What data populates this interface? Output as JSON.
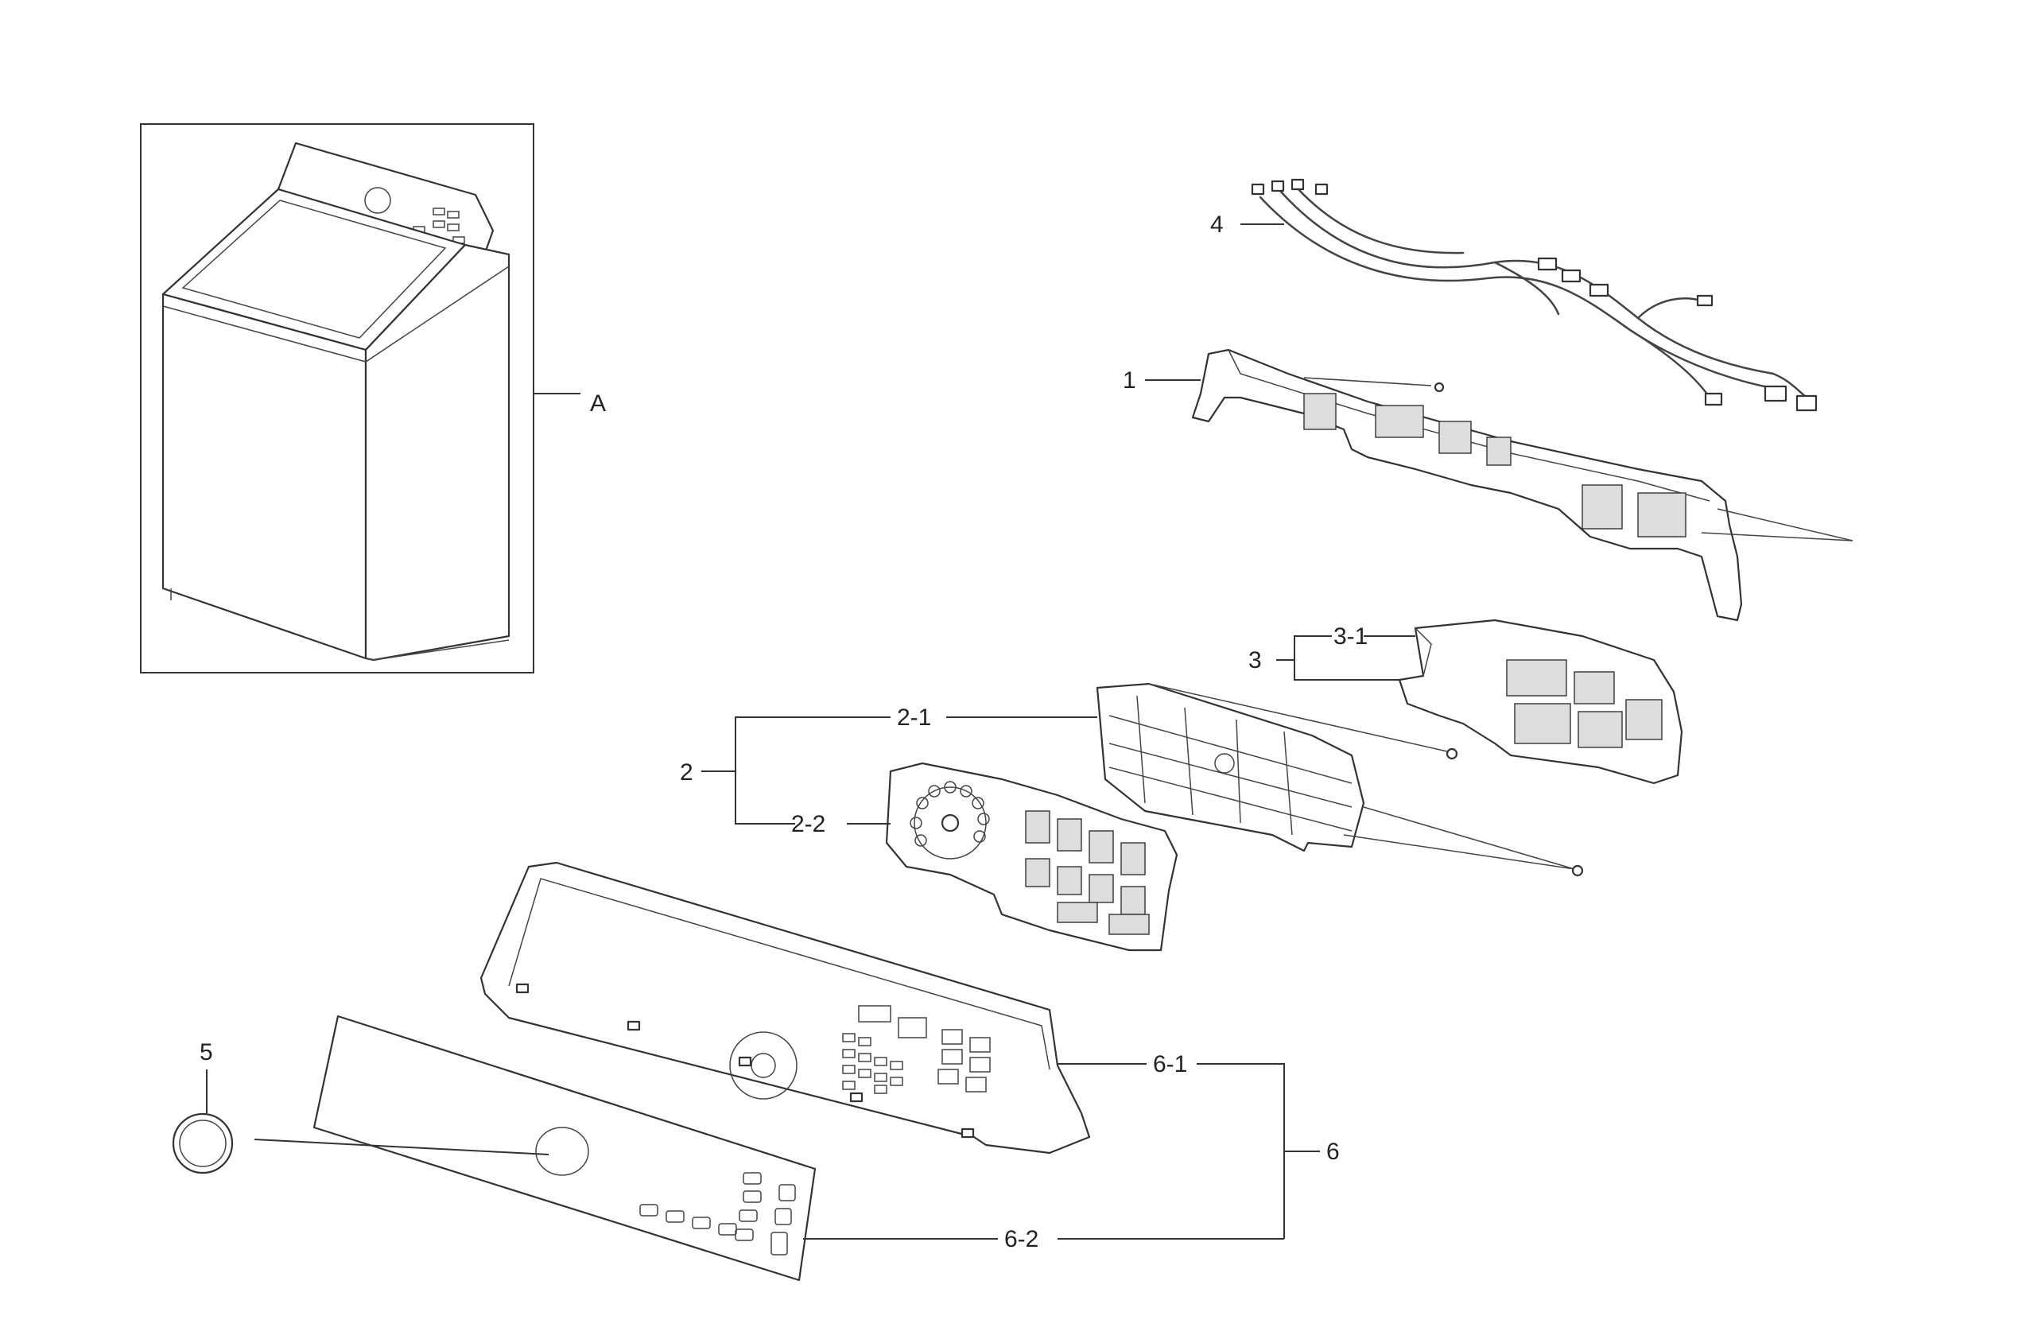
{
  "labels": {
    "assembly": "A",
    "pcb_frame": "1",
    "pcb_assembly": "2",
    "pcb_sub_1": "2-1",
    "pcb_sub_2": "2-2",
    "cover_assembly": "3",
    "cover_sub_1": "3-1",
    "wire_harness": "4",
    "knob": "5",
    "panel_assembly": "6",
    "panel_sub_1": "6-1",
    "panel_sub_2": "6-2"
  }
}
